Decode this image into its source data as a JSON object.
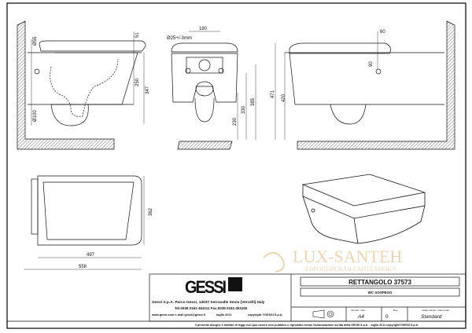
{
  "dimensions": {
    "side": {
      "d_inlet": "Ø55",
      "d_outlet": "Ø100",
      "seat": "51",
      "h250": "250",
      "h347": "347"
    },
    "front": {
      "tolerance": "Ø25+/-3mm",
      "w180": "180",
      "h230": "230",
      "h330": "330",
      "h385": "385"
    },
    "right": {
      "h471": "471",
      "h420": "420",
      "w60": "60",
      "h90": "90"
    },
    "top": {
      "w497": "497",
      "w558": "558",
      "d362": "362"
    }
  },
  "title_block": {
    "logo": "GESSI",
    "address": "Gessi S.p.A. Parco Gessi, 13037 Serravalle Sesia (Vercelli) Italy",
    "phone": "Tel.0039 0163 454111 Fax.0039 0163 453150",
    "web": "www.gessi.com e-mail gessi@gessi.it",
    "date": "luglio 2011",
    "copyright": "copyright ©GESSI S.p.A.",
    "product": "RETTANGOLO 37573",
    "description": "WC SOSPESO",
    "size_label": "formato / size",
    "size": "A4",
    "rev_label": "Rev.",
    "rev": "0",
    "code_label": "codice cliente / client code",
    "code": "Standard",
    "footer": "Il presente disegno è tutelato di legge non può essere reso pubblico o riprodotto senza l'autorizzazione scritta della GESSI S.p.A. - luglio 2011 copyright©GESSI S.p.A."
  },
  "watermark": {
    "brand": "LUX-SANTEH",
    "tagline": "ЕВРОПЕЙСКАЯ САНТЕХНИКА"
  },
  "colors": {
    "line": "#111111",
    "watermark": "#e3c79a"
  }
}
